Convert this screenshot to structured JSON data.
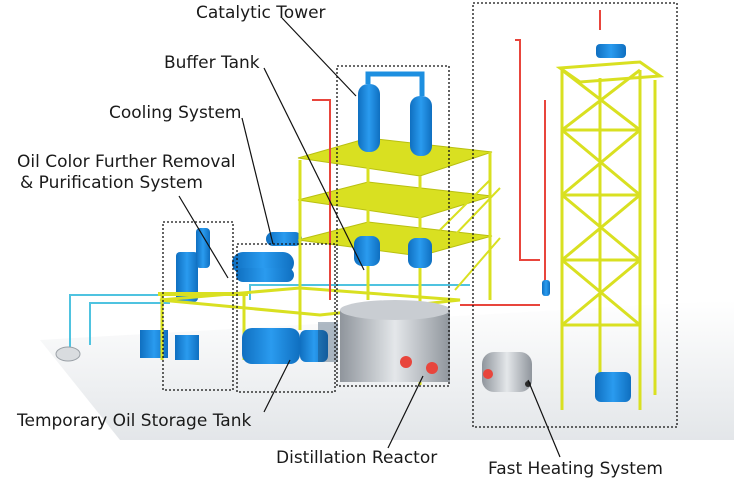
{
  "labels": {
    "catalytic_tower": "Catalytic Tower",
    "buffer_tank": "Buffer Tank",
    "cooling_system": "Cooling System",
    "oil_color_line1": "Oil Color Further Removal",
    "oil_color_line2": "& Purification System",
    "temporary_oil_storage_tank": "Temporary Oil Storage Tank",
    "distillation_reactor": "Distillation Reactor",
    "fast_heating_system": "Fast Heating System"
  },
  "colors": {
    "frame_yellow": "#d9e021",
    "vessel_blue": "#1d8fe0",
    "pipe_red": "#e8453c",
    "pipe_cyan": "#4fc3e0",
    "steel_gray": "#b8bcc2",
    "floor_gray": "#e6e8ea"
  }
}
